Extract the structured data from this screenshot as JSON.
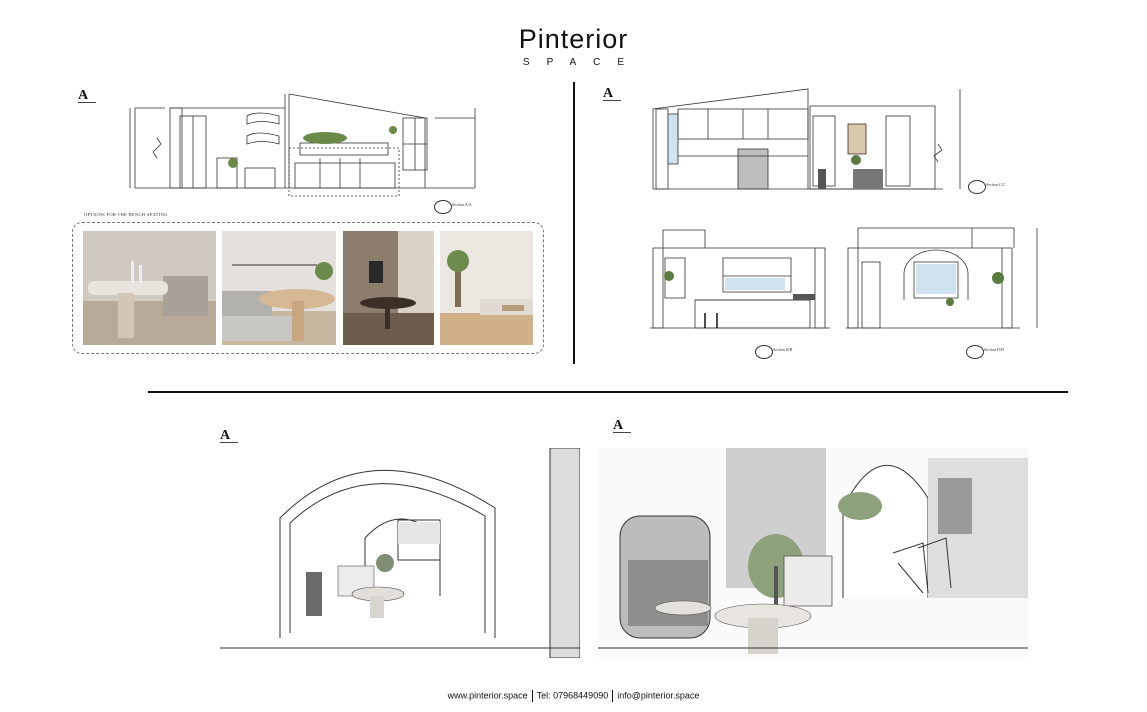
{
  "brand": {
    "name": "Pinterior",
    "tagline": "SPACE"
  },
  "north_marker": "A",
  "section_a_label": "Section A/A",
  "section_b_label": "Section B/B",
  "section_c_label": "Section C/C",
  "section_d_label": "Section D/D",
  "bench_options_title": "OPTIONS FOR THE BENCH SEATING",
  "footer": {
    "website": "www.pinterior.space",
    "phone": "Tel: 07968449090",
    "email": "info@pinterior.space"
  }
}
